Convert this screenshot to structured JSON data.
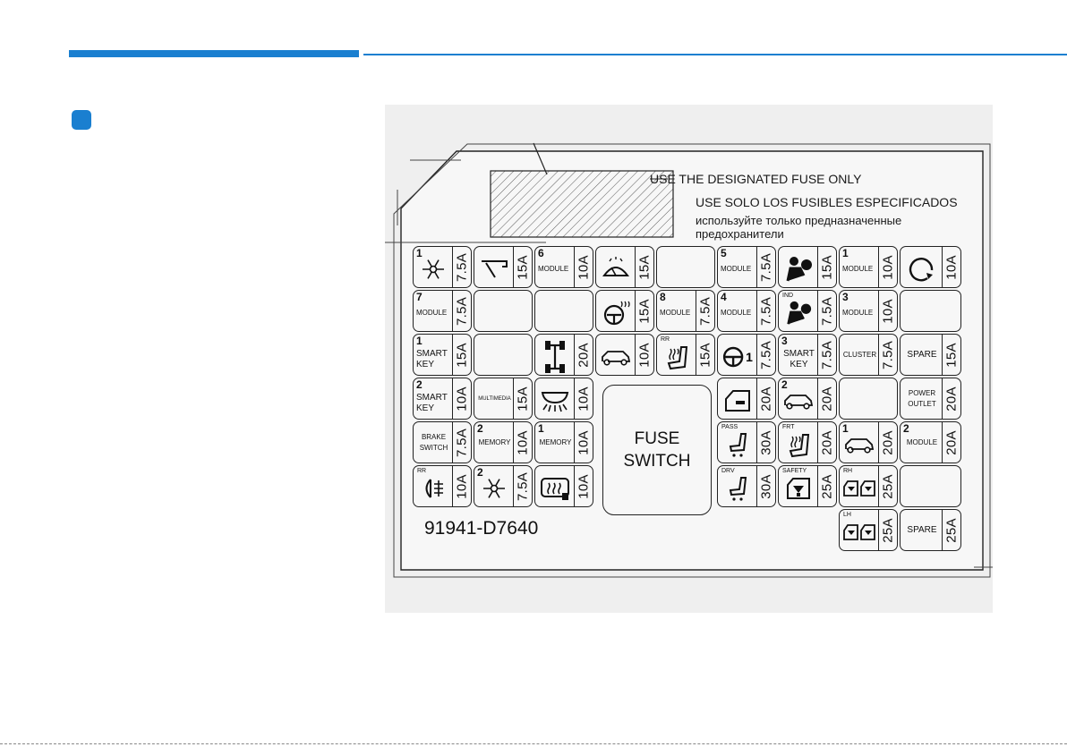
{
  "label": {
    "warnings": {
      "en": "USE THE DESIGNATED FUSE ONLY",
      "es": "USE SOLO LOS FUSIBLES ESPECIFICADOS",
      "ru_1": "используйте только предназначенные",
      "ru_2": "предохранители"
    },
    "big_block": {
      "line1": "FUSE",
      "line2": "SWITCH"
    },
    "part_number": "91941-D7640"
  },
  "fuses": {
    "r1c1": {
      "number": "1",
      "icon": "snowflake-icon",
      "amp": "7.5A"
    },
    "r1c2": {
      "icon": "wiper-icon",
      "amp": "15A"
    },
    "r1c3": {
      "number": "6",
      "label": "MODULE",
      "amp": "10A"
    },
    "r1c4": {
      "icon": "washer-icon",
      "amp": "15A"
    },
    "r1c6": {
      "number": "5",
      "label": "MODULE",
      "amp": "7.5A"
    },
    "r1c7": {
      "icon": "airbag-icon",
      "amp": "15A"
    },
    "r1c8": {
      "number": "1",
      "label": "MODULE",
      "amp": "10A"
    },
    "r1c9": {
      "icon": "rotation-icon",
      "amp": "10A"
    },
    "r2c1": {
      "number": "7",
      "label": "MODULE",
      "amp": "7.5A"
    },
    "r2c4": {
      "icon": "heated-steering-icon",
      "amp": "15A"
    },
    "r2c5": {
      "number": "8",
      "label": "MODULE",
      "amp": "7.5A"
    },
    "r2c6": {
      "number": "4",
      "label": "MODULE",
      "amp": "7.5A"
    },
    "r2c7": {
      "tag": "IND",
      "icon": "airbag-indicator-icon",
      "amp": "7.5A"
    },
    "r2c8": {
      "number": "3",
      "label": "MODULE",
      "amp": "10A"
    },
    "r3c1": {
      "number": "1",
      "label_1": "SMART",
      "label_2": "KEY",
      "amp": "15A"
    },
    "r3c3": {
      "icon": "awd-icon",
      "amp": "20A"
    },
    "r3c4": {
      "icon": "car-icon",
      "amp": "10A"
    },
    "r3c5": {
      "tag": "RR",
      "icon": "seat-heater-icon",
      "amp": "15A"
    },
    "r3c6": {
      "icon": "steering-wheel-icon",
      "suffix": "1",
      "amp": "7.5A"
    },
    "r3c7": {
      "number": "3",
      "label_1": "SMART",
      "label_2": "KEY",
      "amp": "7.5A"
    },
    "r3c8": {
      "label": "CLUSTER",
      "amp": "7.5A"
    },
    "r3c9": {
      "label": "SPARE",
      "amp": "15A"
    },
    "r4c1": {
      "number": "2",
      "label_1": "SMART",
      "label_2": "KEY",
      "amp": "10A"
    },
    "r4c2": {
      "label": "MULTIMEDIA",
      "amp": "15A"
    },
    "r4c3": {
      "icon": "room-lamp-icon",
      "amp": "10A"
    },
    "r4c6": {
      "icon": "door-icon",
      "amp": "20A"
    },
    "r4c7": {
      "number": "2",
      "icon": "car-icon",
      "amp": "20A"
    },
    "r4c9": {
      "label_1": "POWER",
      "label_2": "OUTLET",
      "amp": "20A"
    },
    "r5c1": {
      "label_1": "BRAKE",
      "label_2": "SWITCH",
      "amp": "7.5A"
    },
    "r5c2": {
      "number": "2",
      "label": "MEMORY",
      "amp": "10A"
    },
    "r5c3": {
      "number": "1",
      "label": "MEMORY",
      "amp": "10A"
    },
    "r5c6": {
      "tag": "PASS",
      "icon": "power-seat-icon",
      "amp": "30A"
    },
    "r5c7": {
      "tag": "FRT",
      "icon": "seat-heater-icon",
      "amp": "20A"
    },
    "r5c8": {
      "number": "1",
      "icon": "car-icon",
      "amp": "20A"
    },
    "r5c9": {
      "number": "2",
      "label": "MODULE",
      "amp": "20A"
    },
    "r6c1": {
      "tag": "RR",
      "icon": "fog-lamp-icon",
      "amp": "10A"
    },
    "r6c2": {
      "number": "2",
      "icon": "snowflake-icon",
      "amp": "7.5A"
    },
    "r6c3": {
      "icon": "rear-defroster-icon",
      "amp": "10A"
    },
    "r6c6": {
      "tag": "DRV",
      "icon": "power-seat-icon",
      "amp": "30A"
    },
    "r6c7": {
      "tag": "SAFETY",
      "icon": "safety-window-icon",
      "amp": "25A"
    },
    "r6c8": {
      "tag": "RH",
      "icon": "power-window-icon",
      "amp": "25A"
    },
    "r7c8": {
      "tag": "LH",
      "icon": "power-window-icon",
      "amp": "25A"
    },
    "r7c9": {
      "label": "SPARE",
      "amp": "25A"
    }
  }
}
